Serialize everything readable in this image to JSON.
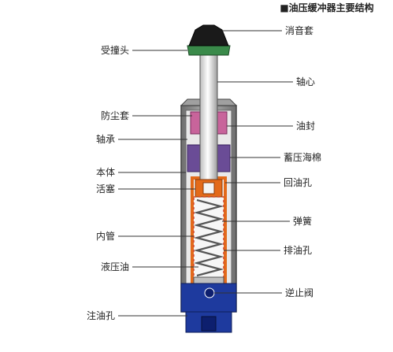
{
  "title": "■油压缓冲器主要结构",
  "labels_left": {
    "stopper": "受撞头",
    "dust_cover": "防尘套",
    "bearing": "轴承",
    "body": "本体",
    "piston": "活塞",
    "inner_tube": "内管",
    "hydraulic_oil": "液压油",
    "oil_inlet": "注油孔"
  },
  "labels_right": {
    "silencer_cap": "消音套",
    "shaft": "轴心",
    "oil_seal": "油封",
    "accumulator": "蓄压海棉",
    "return_hole": "回油孔",
    "spring": "弹簧",
    "discharge_hole": "排油孔",
    "check_valve": "逆止阀"
  },
  "colors": {
    "cap_black": "#1a1a1a",
    "stopper_green": "#3a8a4a",
    "body_gray": "#8c8c8c",
    "seal_pink": "#c8649b",
    "sponge_purple": "#6a4c96",
    "piston_orange": "#e36a1a",
    "spring_red": "#d2482d",
    "base_blue": "#1e3a9e"
  }
}
